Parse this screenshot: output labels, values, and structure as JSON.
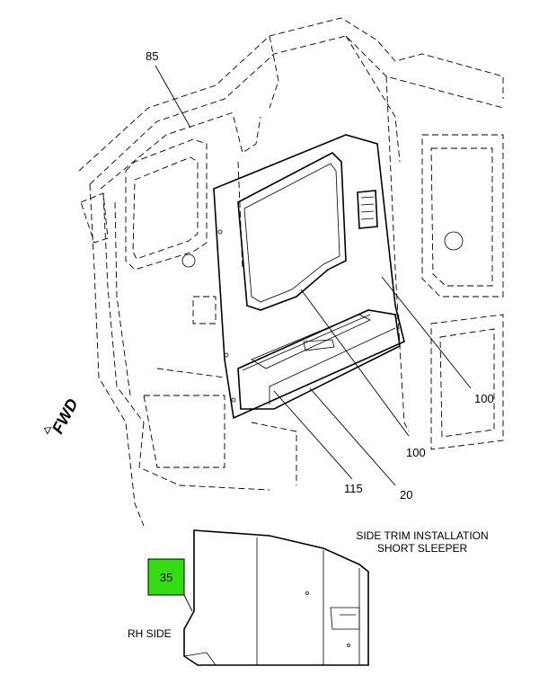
{
  "callouts": {
    "c85": "85",
    "c100a": "100",
    "c100b": "100",
    "c115": "115",
    "c20": "20",
    "c35": "35"
  },
  "direction_label": "FWD",
  "title": {
    "line1": "SIDE TRIM INSTALLATION",
    "line2": "SHORT SLEEPER"
  },
  "side_label": "RH SIDE",
  "colors": {
    "highlight_box": "#33dd11",
    "line": "#000000",
    "background": "#ffffff"
  }
}
